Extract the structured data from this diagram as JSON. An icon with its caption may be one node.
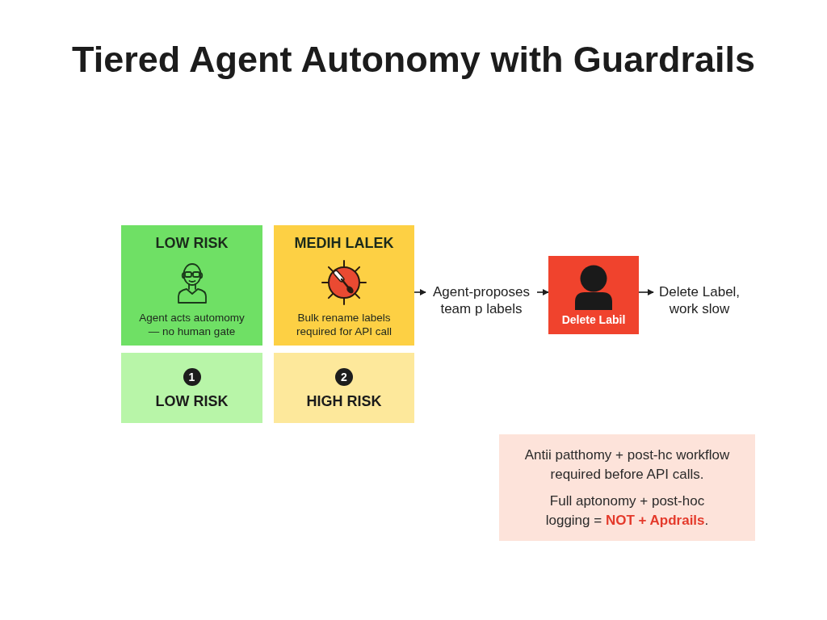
{
  "diagram": {
    "title": "Tiered Agent Autonomy with Guardrails",
    "nodes": [
      {
        "text": [
          "LOW RISK",
          "Agent acts automomy — no human gate"
        ]
      },
      {
        "text": [
          "MEDIH LALEK",
          "Bulk rename labels required for API call"
        ]
      },
      {
        "text": [
          "1",
          "LOW RISK"
        ]
      },
      {
        "text": [
          "2",
          "HIGH RISK"
        ]
      },
      {
        "text": [
          "Agent-proposes team p labels"
        ]
      },
      {
        "text": [
          "Delete Labil"
        ]
      },
      {
        "text": [
          "Delete Label, work slow"
        ]
      },
      {
        "text": [
          "Antii patthomy + post-hc workflow required before API calls.",
          "Full aptonomy + post-hoc logging = **NOT + Apdrails**."
        ]
      }
    ],
    "edges": [
      {
        "from": 1,
        "to": 4,
        "arrow": "to"
      },
      {
        "from": 4,
        "to": 5,
        "arrow": "to"
      },
      {
        "from": 5,
        "to": 6,
        "arrow": "to"
      }
    ]
  }
}
